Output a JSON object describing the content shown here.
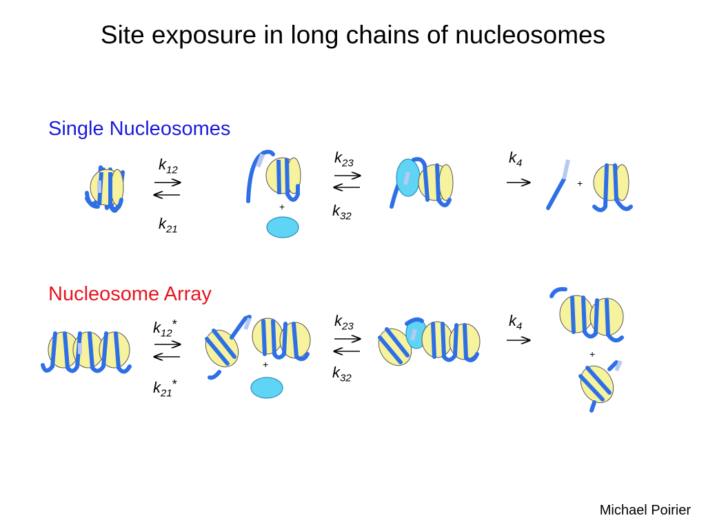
{
  "title": "Site exposure in long chains of nucleosomes",
  "sections": {
    "single": {
      "label": "Single Nucleosomes",
      "color": "#1a1adb"
    },
    "array": {
      "label": "Nucleosome Array",
      "color": "#e8141e"
    }
  },
  "rates": {
    "single": {
      "forward1": "12",
      "reverse1": "21",
      "forward2": "23",
      "reverse2": "32",
      "step4": "4"
    },
    "array": {
      "forward1": "12",
      "reverse1": "21",
      "star": "*",
      "forward2": "23",
      "reverse2": "32",
      "step4": "4"
    }
  },
  "plus_sign": "+",
  "author": "Michael Poirier",
  "colors": {
    "dna": "#2e6fe6",
    "histone": "#f7f29e",
    "histone_stroke": "#555555",
    "protein": "#5fd4f4",
    "exposed_site": "#b7c9f2"
  }
}
